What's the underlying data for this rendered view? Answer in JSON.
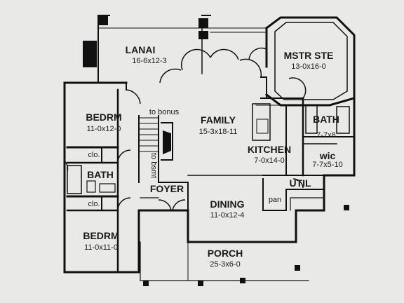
{
  "plan": {
    "rooms": [
      {
        "name": "LANAI",
        "dims": "16-6x12-3"
      },
      {
        "name": "MSTR STE",
        "dims": "13-0x16-0"
      },
      {
        "name": "BEDRM",
        "dims": "11-0x12-0"
      },
      {
        "name": "FAMILY",
        "dims": "15-3x18-11"
      },
      {
        "name": "BATH",
        "dims": "7-7x8"
      },
      {
        "name": "KITCHEN",
        "dims": "7-0x14-0"
      },
      {
        "name": "wic",
        "dims": "7-7x5-10"
      },
      {
        "name": "BATH",
        "dims": ""
      },
      {
        "name": "FOYER",
        "dims": ""
      },
      {
        "name": "DINING",
        "dims": "11-0x12-4"
      },
      {
        "name": "BEDRM",
        "dims": "11-0x11-0"
      },
      {
        "name": "PORCH",
        "dims": "25-3x6-0"
      },
      {
        "name": "UTIL",
        "dims": ""
      }
    ],
    "notes": {
      "to_bonus": "to bonus",
      "to_bsmt": "to bsmt",
      "clo_upper": "clo.",
      "clo_lower": "clo.",
      "pan": "pan"
    }
  }
}
